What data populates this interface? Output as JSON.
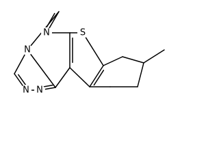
{
  "molecule": {
    "atoms": [
      {
        "id": "N_pyrimidine",
        "element": "N"
      },
      {
        "id": "S_thiophene",
        "element": "S"
      },
      {
        "id": "N_bridge",
        "element": "N"
      },
      {
        "id": "N_triazole_right",
        "element": "N"
      },
      {
        "id": "N_triazole_left",
        "element": "N"
      }
    ],
    "colors": {
      "bond": "#000000",
      "background": "#ffffff"
    }
  }
}
